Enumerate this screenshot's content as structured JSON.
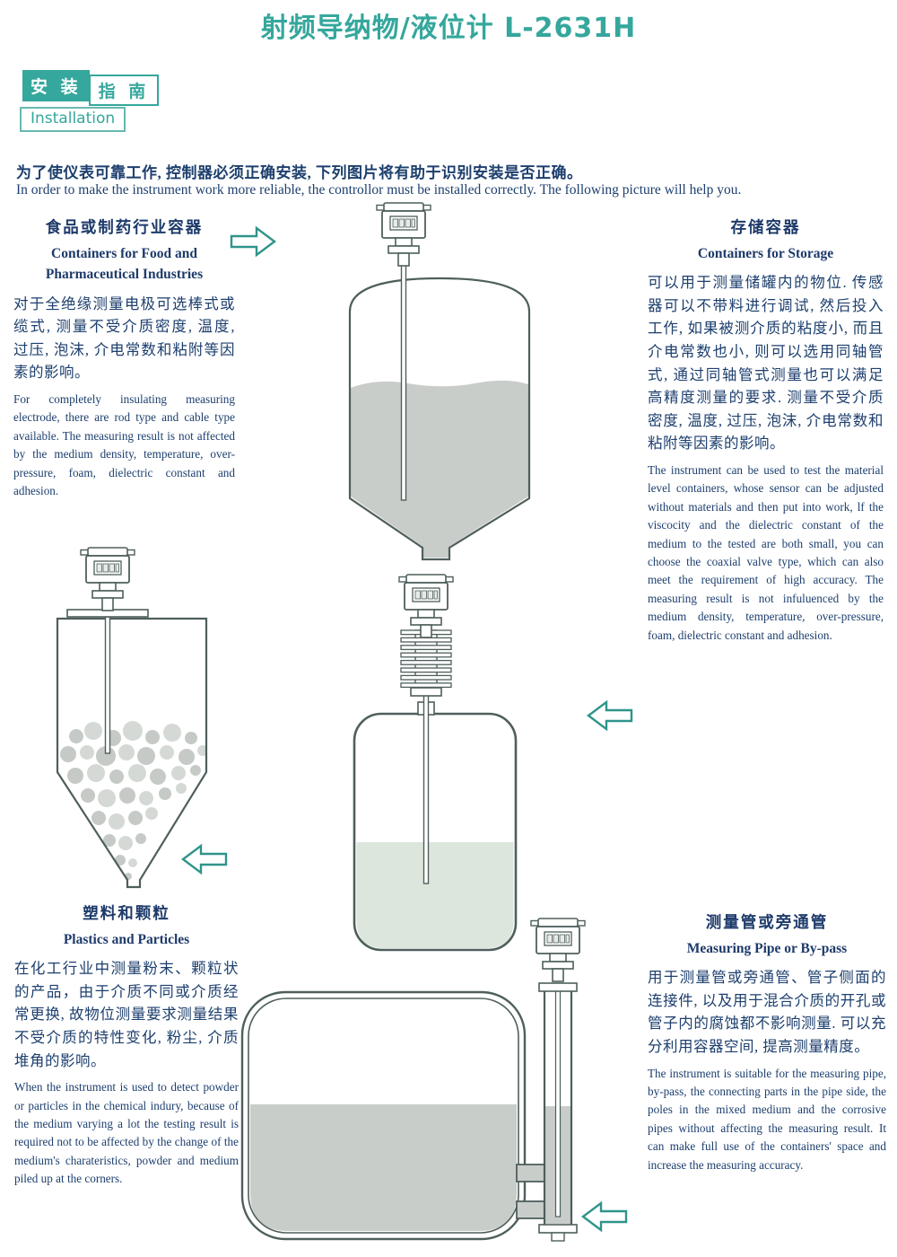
{
  "header": {
    "title": "射频导纳物/液位计 L-2631H",
    "badge_cn_left": "安 装",
    "badge_cn_right": "指 南",
    "badge_en": "Installation",
    "intro_cn": "为了使仪表可靠工作, 控制器必须正确安装, 下列图片将有助于识别安装是否正确。",
    "intro_en": "In order to make the instrument work more reliable, the controllor must be installed correctly. The following picture will help you."
  },
  "sections": {
    "food": {
      "title_cn": "食品或制药行业容器",
      "title_en": "Containers for Food and Pharmaceutical Industries",
      "body_cn": "对于全绝缘测量电极可选棒式或缆式, 测量不受介质密度, 温度, 过压, 泡沫, 介电常数和粘附等因素的影响。",
      "body_en": "For completely insulating measuring electrode, there are rod type and cable type available. The measuring result is not affected by the medium density, temperature, over-pressure, foam, dielectric constant and adhesion."
    },
    "storage": {
      "title_cn": "存储容器",
      "title_en": "Containers for Storage",
      "body_cn": "可以用于测量储罐内的物位. 传感器可以不带料进行调试, 然后投入工作, 如果被测介质的粘度小, 而且介电常数也小, 则可以选用同轴管式, 通过同轴管式测量也可以满足高精度测量的要求. 测量不受介质密度, 温度, 过压, 泡沫, 介电常数和粘附等因素的影响。",
      "body_en": "The instrument can be used to test the material level containers, whose sensor can be adjusted without materials and then put into work, lf the viscocity and the dielectric constant of the medium to the tested are both small, you can choose the coaxial valve type, which can also meet the requirement of high accuracy. The measuring result is not infuluenced by the medium density, temperature, over-pressure, foam, dielectric constant and adhesion."
    },
    "plastics": {
      "title_cn": "塑料和颗粒",
      "title_en": "Plastics and Particles",
      "body_cn": "在化工行业中测量粉末、颗粒状的产品，由于介质不同或介质经常更换, 故物位测量要求测量结果不受介质的特性变化, 粉尘, 介质堆角的影响。",
      "body_en": "When the instrument is used to detect powder or particles in the chemical indury, because of the medium varying a lot the testing result is required not to be affected by the change of the medium's charateristics, powder and medium piled up at the corners."
    },
    "bypass": {
      "title_cn": "测量管或旁通管",
      "title_en": "Measuring Pipe or By-pass",
      "body_cn": "用于测量管或旁通管、管子侧面的连接件, 以及用于混合介质的开孔或管子内的腐蚀都不影响测量. 可以充分利用容器空间, 提高测量精度。",
      "body_en": "The instrument is suitable for the measuring pipe, by-pass, the connecting parts in the pipe side, the poles in the mixed medium and the corrosive pipes without affecting the measuring result. It can make full use of the containers' space and increase the measuring accuracy."
    }
  },
  "illustrations": {
    "food_tank": "level-transmitter on dome-top tank with liquid",
    "hopper": "level-transmitter on silo hopper with granular material",
    "vessel": "level-transmitter with cooling fins on rounded vessel with liquid",
    "bypass_tank": "level-transmitter on by-pass pipe beside horizontal tank"
  },
  "colors": {
    "accent_teal": "#35a79c",
    "heading_navy": "#1d3a6a",
    "body_navy": "#1d3f6e",
    "line_art": "#4e5f5c",
    "liquid_gray": "#c9cdc9",
    "liquid_green": "#dce6dc",
    "arrow_teal": "#2f948a"
  }
}
